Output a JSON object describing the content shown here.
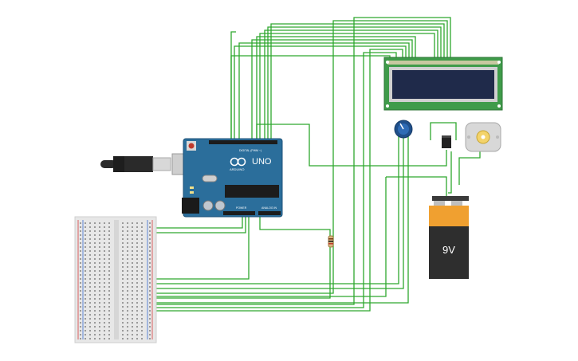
{
  "circuit": {
    "arduino": {
      "logo_text": "UNO",
      "brand_text": "ARDUINO",
      "digital_label": "DIGITAL (PWM ~)",
      "power_label": "POWER",
      "analog_label": "ANALOG IN"
    },
    "battery": {
      "label": "9V"
    }
  },
  "colors": {
    "wire": "#2ea82e",
    "arduino_board": "#2b6e9b",
    "lcd_board": "#3f9b4a",
    "lcd_screen": "#1f2a4a",
    "battery_body": "#2e2e2e",
    "battery_cap": "#f0a030",
    "breadboard": "#e7e7e7"
  },
  "icons": [
    "usb-cable-icon",
    "potentiometer-icon",
    "transistor-icon",
    "dc-motor-icon",
    "resistor-icon"
  ]
}
